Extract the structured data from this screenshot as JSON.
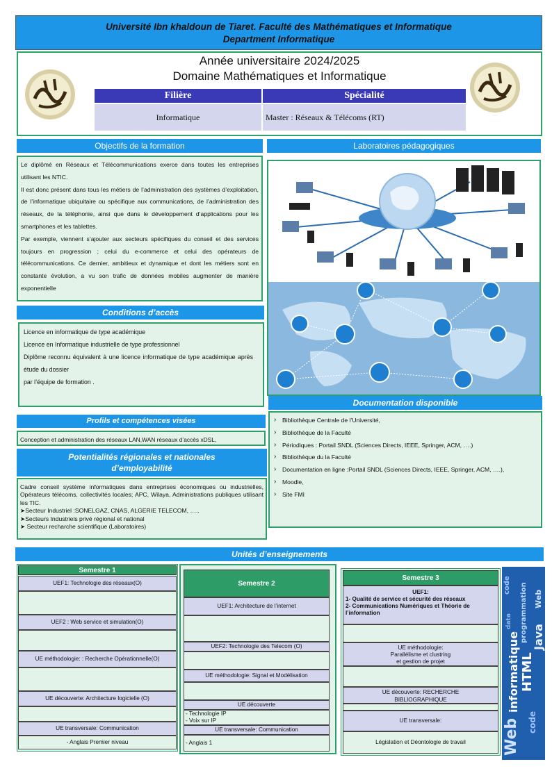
{
  "header": {
    "line1": "Université Ibn khaldoun de Tiaret. Faculté des Mathématiques et Informatique",
    "line2": "Department  Informatique"
  },
  "title_box": {
    "year": "Année universitaire 2024/2025",
    "domain": "Domaine Mathématiques et Informatique",
    "col1_header": "Filière",
    "col2_header": "Spécialité",
    "col1_value": "Informatique",
    "col2_value": "Master :  Réseaux & Télécoms  (RT)"
  },
  "objectifs": {
    "title": "Objectifs de la formation",
    "paragraphs": [
      "Le diplômé en Réseaux et Télécommunications exerce dans toutes les entreprises utilisant les NTIC.",
      "Il est donc présent dans tous les métiers de l’administration des systèmes d’exploitation, de l’informatique ubiquitaire ou spécifique aux communications, de l’administration des réseaux, de la téléphonie, ainsi que dans le développement d’applications pour les smartphones et les tablettes.",
      "Par exemple, viennent s’ajouter aux secteurs spécifiques du conseil et des services toujours en progression ; celui du e-commerce et celui des opérateurs de télécommunications. Ce dernier, ambitieux et dynamique et dont les métiers sont en constante évolution, a vu son trafic de données mobiles augmenter de manière exponentielle"
    ]
  },
  "laboratoires": {
    "title": "Laboratoires pédagogiques"
  },
  "conditions": {
    "title": "Conditions d’accès",
    "lines": [
      "Licence en informatique de type académique",
      "Licence en Informatique industrielle de type professionnel",
      "Diplôme reconnu équivalent à une licence informatique de type académique après étude du dossier",
      "par l’équipe de formation   ."
    ]
  },
  "documentation": {
    "title": "Documentation disponible",
    "items": [
      "Bibliothèque Centrale de l’Université,",
      "Bibliothèque  de la Faculté",
      "Périodiques : Portail SNDL (Sciences Directs, IEEE, Springer, ACM, ….)",
      "Bibliothèque du la Faculté",
      "Documentation en ligne :Portail SNDL (Sciences Directs, IEEE, Springer, ACM, ….),",
      "Moodle,",
      " Site FMI"
    ]
  },
  "profils": {
    "title": "Profils et compétences visées",
    "text": "Conception et administration des réseaux LAN,WAN  réseaux d’accès xDSL,"
  },
  "potentialites": {
    "title_line1": "Potentialités régionales et nationales",
    "title_line2": "d’employabilité",
    "paragraph": "Cadre conseil système informatiques dans entreprises économiques ou industrielles, Opérateurs télécoms, collectivités locales; APC, Wilaya, Administrations publiques utilisant les TIC.",
    "bullets": [
      "Secteur Industriel :SONELGAZ, CNAS, ALGERIE TELECOM, …..",
      "Secteurs Industriels privé régional et national",
      " Secteur recharche scientifique (Laboratoires)"
    ]
  },
  "unites": {
    "title": "Unités d’enseignements",
    "s1": {
      "title": "Semestre 1",
      "uef1": "UEF1: Technologie des réseaux(O)",
      "uef2": "UEF2 : Web service et simulation(O)",
      "uem": "UE méthodologie: : Recherche Opérationnelle(O)",
      "ued": "UE découverte: Architecture logicielle (O)",
      "uet": "UE transversale: Communication",
      "uet_item": "-  Anglais Premier niveau"
    },
    "s2": {
      "title": "Semestre 2",
      "uef1": "UEF1: Architecture de l’internet",
      "uef2": "UEF2: Technologie des Telecom (O)",
      "uem": "UE méthodologie: Signal et Modélisation",
      "ued": "UE découverte",
      "ued_item1": "-  Technologie IP",
      "ued_item2": "-  Voix sur IP",
      "uet": "UE transversale: Communication",
      "uet_item": "-  Anglais 1"
    },
    "s3": {
      "title": "Semestre 3",
      "uef1": "UEF1:",
      "uef1_item1": "1- Qualité de service et sécurité des réseaux",
      "uef1_item2": "2- Communications Numériques  et Théorie de l’information",
      "uem_line1": "UE méthodologie:",
      "uem_line2": "Parallélisme et clustring",
      "uem_line3": "et  gestion de projet",
      "ued_line1": "UE découverte: RECHERCHE",
      "ued_line2": "BIBLIOGRAPHIQUE",
      "uet": "UE transversale:",
      "uet_item": "Législation et Déontologie de travail"
    }
  },
  "word_cloud": [
    "informatique",
    "Web",
    "HTML",
    "Java",
    "code",
    "programmation",
    "data",
    "Web",
    "code"
  ],
  "images": {
    "logo_left": "university-logo",
    "logo_right": "university-logo",
    "network": "network-illustration",
    "world_map": "world-map-icons"
  },
  "colors": {
    "blue": "#1d96e8",
    "green": "#2e9e6a",
    "navy": "#3a39b6",
    "lavender": "#d4d6ee",
    "mint": "#e2f3ea"
  }
}
